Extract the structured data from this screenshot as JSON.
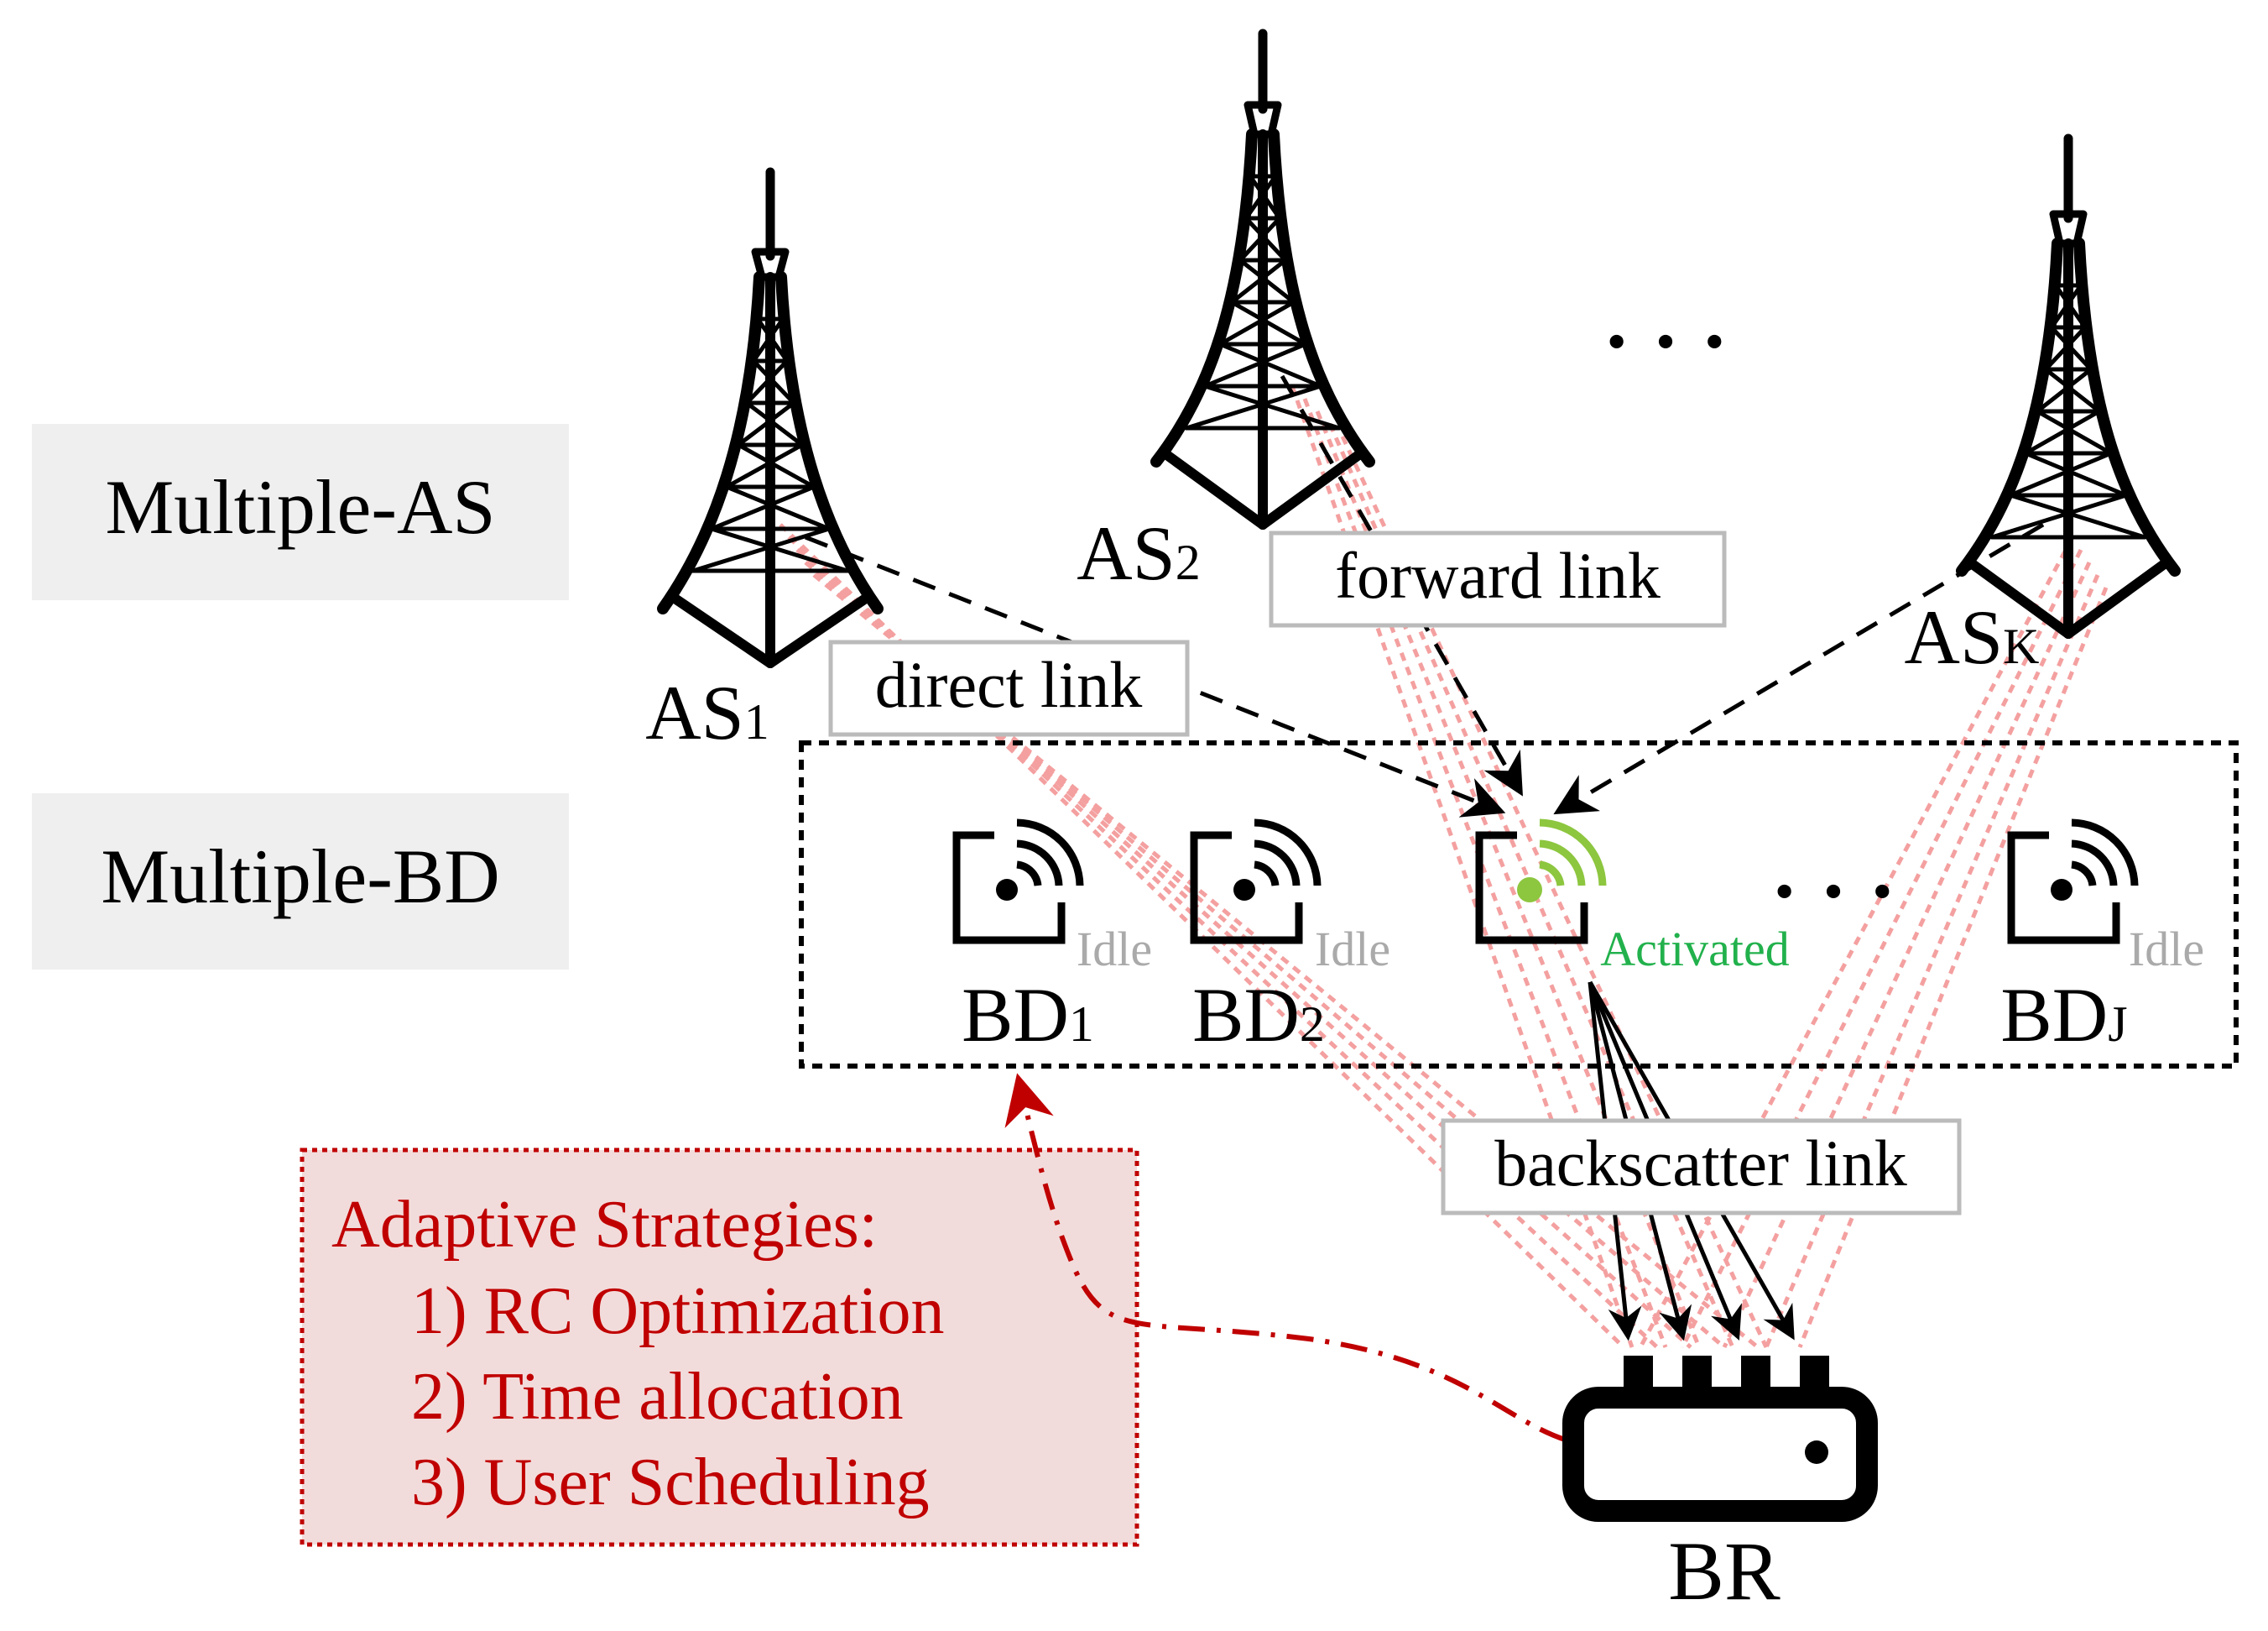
{
  "side_labels": {
    "as_group": "Multiple-AS",
    "bd_group": "Multiple-BD"
  },
  "sources": {
    "as1": {
      "main": "AS",
      "sub": "1"
    },
    "as2": {
      "main": "AS",
      "sub": "2"
    },
    "ask": {
      "main": "AS",
      "sub": "K"
    },
    "ellipsis": "· · ·"
  },
  "links": {
    "direct": "direct link",
    "forward": "forward link",
    "backscatter": "backscatter link"
  },
  "devices": {
    "bd1": {
      "main": "BD",
      "sub": "1",
      "status": "Idle"
    },
    "bd2": {
      "main": "BD",
      "sub": "2",
      "status": "Idle"
    },
    "bd_active": {
      "status": "Activated"
    },
    "bdj": {
      "main": "BD",
      "sub": "J",
      "status": "Idle"
    },
    "ellipsis": "· · ·"
  },
  "receiver": {
    "label": "BR"
  },
  "strategies": {
    "title": "Adaptive Strategies:",
    "items": [
      "1) RC Optimization",
      "2) Time allocation",
      "3) User Scheduling"
    ]
  },
  "colors": {
    "interference": "#f4a0a0",
    "active_green": "#8dc63f",
    "activated_text": "#22b14c",
    "idle_text": "#aaaaaa",
    "strategy_red": "#c00000",
    "strategy_fill": "#f2dcdb",
    "label_bg": "#efefef"
  }
}
